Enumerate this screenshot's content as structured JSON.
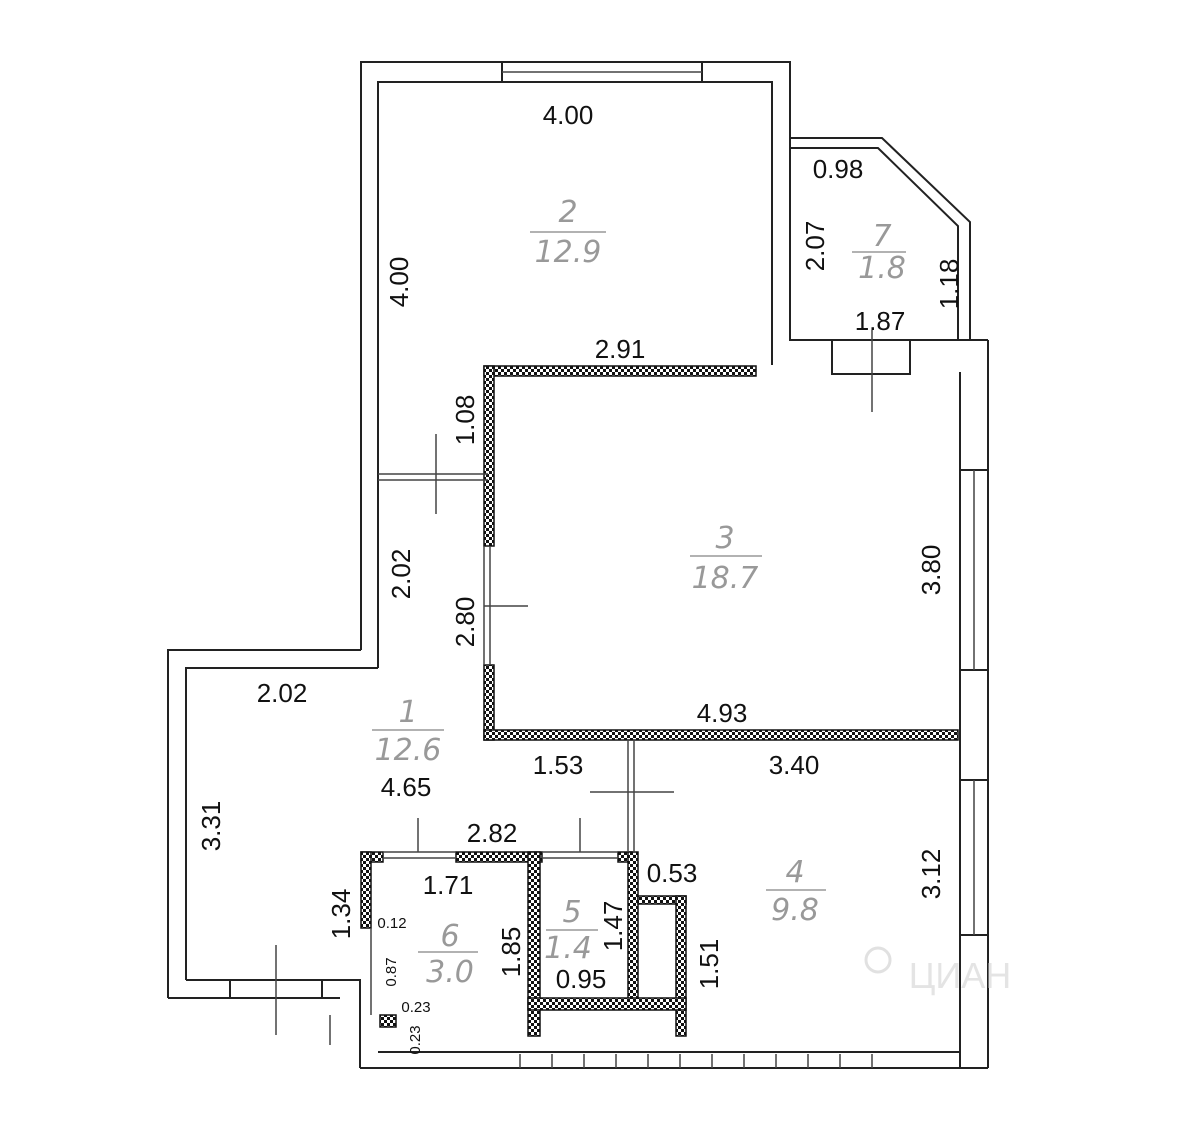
{
  "rooms": [
    {
      "number": "1",
      "area": "12.6"
    },
    {
      "number": "2",
      "area": "12.9"
    },
    {
      "number": "3",
      "area": "18.7"
    },
    {
      "number": "4",
      "area": "9.8"
    },
    {
      "number": "5",
      "area": "1.4"
    },
    {
      "number": "6",
      "area": "3.0"
    },
    {
      "number": "7",
      "area": "1.8"
    }
  ],
  "dimensions": {
    "room2_width": "4.00",
    "room2_height": "4.00",
    "balcony_top": "0.98",
    "balcony_left": "2.07",
    "balcony_right": "1.18",
    "balcony_bottom": "1.87",
    "wall_top_r3": "2.91",
    "hall_upper": "1.08",
    "hall_left": "2.02",
    "r3_left": "2.80",
    "r3_right": "3.80",
    "r3_bottom": "4.93",
    "hall_top": "2.02",
    "hall_length": "4.65",
    "hall_side": "3.31",
    "hall_span": "1.53",
    "r4_top": "3.40",
    "r4_right": "3.12",
    "bath_top": "2.82",
    "r6_width": "1.71",
    "r6_left": "1.34",
    "r6_height": "1.85",
    "r5_height": "1.47",
    "r5_width": "0.95",
    "r4_shaft_top": "0.53",
    "r4_shaft_side": "1.51",
    "niche_a": "0.12",
    "niche_b": "0.87",
    "niche_c": "0.23",
    "niche_d": "0.23"
  },
  "watermark": "ЦИАН"
}
